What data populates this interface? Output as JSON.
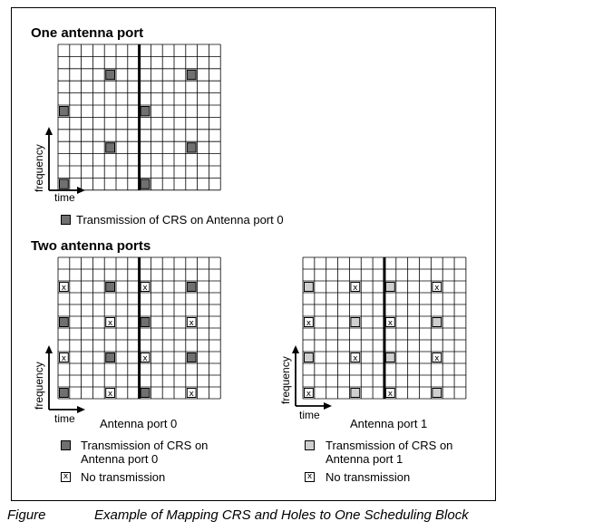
{
  "colors": {
    "crs_port0": "#707070",
    "crs_port1": "#cfcfcf",
    "grid_line": "#000000"
  },
  "section1": {
    "title": "One antenna port",
    "freq_label": "frequency",
    "time_label": "time",
    "legend": "Transmission of CRS on Antenna port 0"
  },
  "section2": {
    "title": "Two antenna ports",
    "port0": {
      "caption": "Antenna port 0",
      "freq_label": "frequency",
      "time_label": "time",
      "legend_tx_line1": "Transmission of CRS on",
      "legend_tx_line2": "Antenna port 0",
      "legend_no": "No transmission",
      "legend_x": "x"
    },
    "port1": {
      "caption": "Antenna port 1",
      "freq_label": "frequency",
      "time_label": "time",
      "legend_tx_line1": "Transmission of CRS on",
      "legend_tx_line2": "Antenna port 1",
      "legend_no": "No transmission",
      "legend_x": "x"
    }
  },
  "figure_label": "Figure",
  "figure_caption": "Example of Mapping CRS and Holes to One Scheduling Block",
  "grid": {
    "columns": 14,
    "rows": 12,
    "slot_boundary_after_column": 6,
    "mark_glyph": "x"
  },
  "mappings": {
    "one_port": [
      [
        0,
        0
      ],
      [
        4,
        3
      ],
      [
        7,
        0
      ],
      [
        11,
        3
      ],
      [
        0,
        6
      ],
      [
        4,
        9
      ],
      [
        7,
        6
      ],
      [
        11,
        9
      ]
    ],
    "two_port_p0_tx": [
      [
        0,
        0
      ],
      [
        4,
        3
      ],
      [
        7,
        0
      ],
      [
        11,
        3
      ],
      [
        0,
        6
      ],
      [
        4,
        9
      ],
      [
        7,
        6
      ],
      [
        11,
        9
      ]
    ],
    "two_port_p0_hole": [
      [
        0,
        3
      ],
      [
        4,
        0
      ],
      [
        7,
        3
      ],
      [
        11,
        0
      ],
      [
        0,
        9
      ],
      [
        4,
        6
      ],
      [
        7,
        9
      ],
      [
        11,
        6
      ]
    ],
    "two_port_p1_tx": [
      [
        0,
        3
      ],
      [
        4,
        0
      ],
      [
        7,
        3
      ],
      [
        11,
        0
      ],
      [
        0,
        9
      ],
      [
        4,
        6
      ],
      [
        7,
        9
      ],
      [
        11,
        6
      ]
    ],
    "two_port_p1_hole": [
      [
        0,
        0
      ],
      [
        4,
        3
      ],
      [
        7,
        0
      ],
      [
        11,
        3
      ],
      [
        0,
        6
      ],
      [
        4,
        9
      ],
      [
        7,
        6
      ],
      [
        11,
        9
      ]
    ]
  }
}
